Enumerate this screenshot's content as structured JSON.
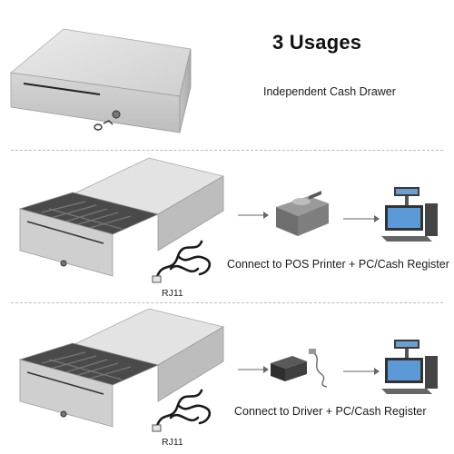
{
  "title": "3 Usages",
  "sections": [
    {
      "caption": "Independent Cash Drawer"
    },
    {
      "caption": "Connect to POS Printer + PC/Cash Register",
      "cable_label": "RJ11"
    },
    {
      "caption": "Connect to Driver + PC/Cash Register",
      "cable_label": "RJ11"
    }
  ],
  "icons": [
    "cash-drawer-closed",
    "cash-drawer-open",
    "coiled-cable",
    "pos-printer",
    "pc-cash-register-monitor",
    "driver-box",
    "usb-cable",
    "arrow-right"
  ]
}
